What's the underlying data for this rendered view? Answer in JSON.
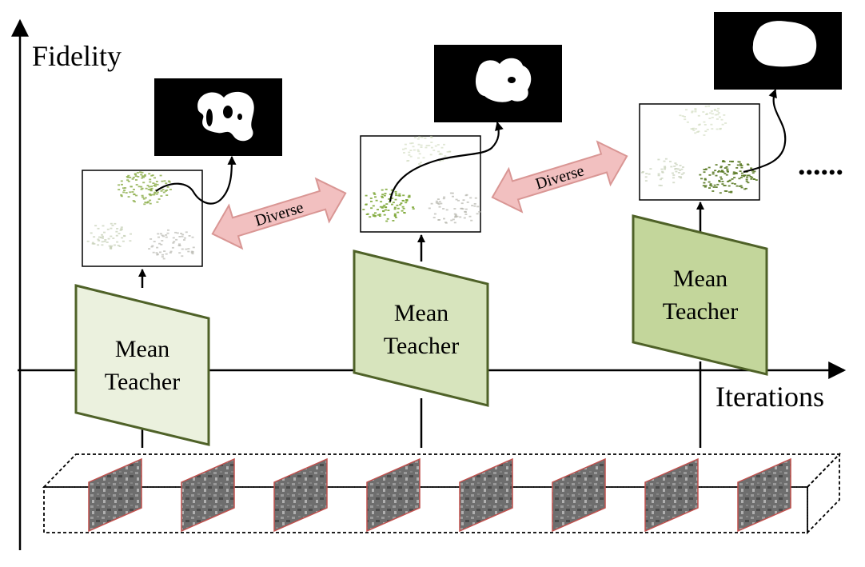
{
  "axes": {
    "y_label": "Fidelity",
    "x_label": "Iterations"
  },
  "teachers": [
    {
      "line1": "Mean",
      "line2": "Teacher",
      "fill": "#ebf1de"
    },
    {
      "line1": "Mean",
      "line2": "Teacher",
      "fill": "#d7e4bd"
    },
    {
      "line1": "Mean",
      "line2": "Teacher",
      "fill": "#c3d69b"
    }
  ],
  "diverse_arrows": [
    {
      "label": "Diverse"
    },
    {
      "label": "Diverse"
    }
  ],
  "continuation": "......",
  "frames": {
    "count": 8
  },
  "colors": {
    "teacher_border": "#4f6228",
    "arrow_fill": "#f2c0c0",
    "arrow_border": "#d99694",
    "frame_border": "#c0504d"
  }
}
